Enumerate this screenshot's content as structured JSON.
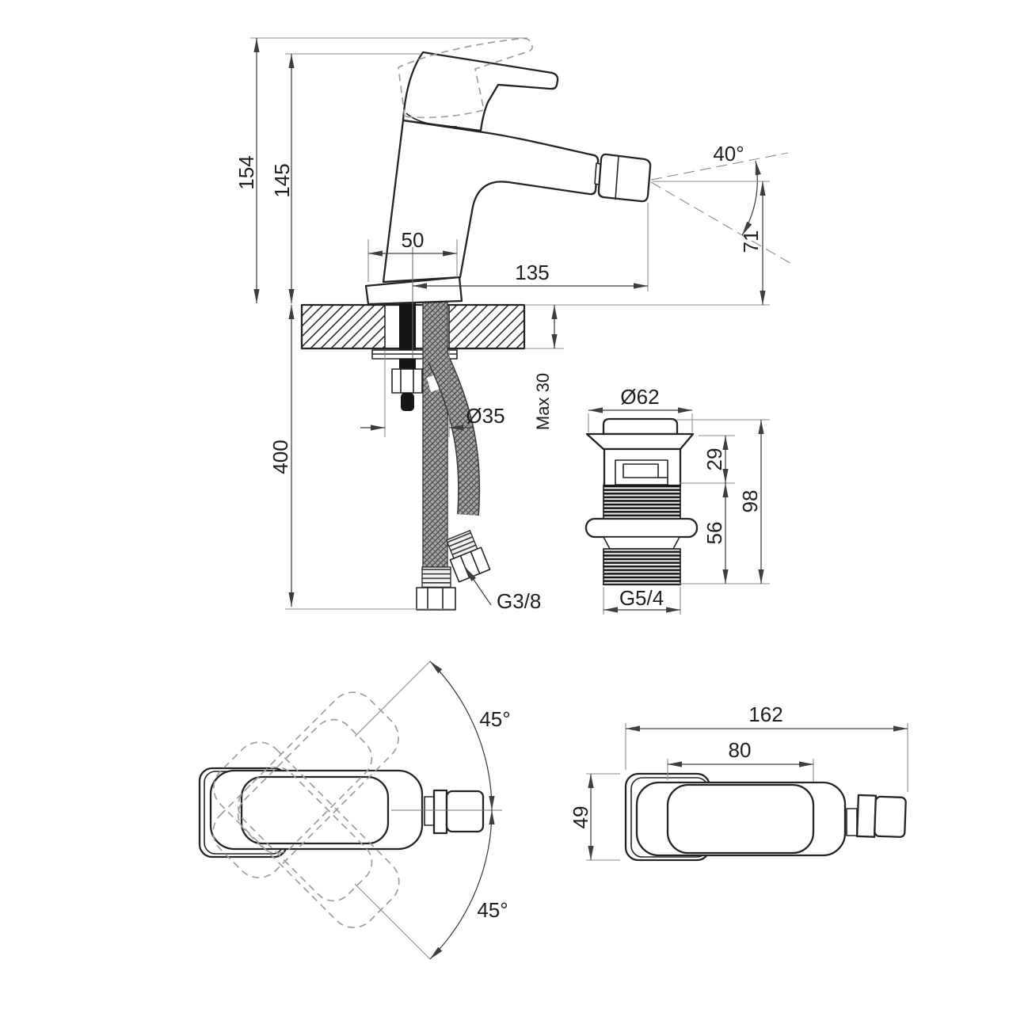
{
  "colors": {
    "line": "#242424",
    "dim": "#3e3e3e",
    "ext": "#8b8b8b",
    "text": "#1e1e1e",
    "dashed": "#9e9e9e",
    "background": "#ffffff"
  },
  "views": {
    "side_view": {
      "dims": {
        "total_height": "154",
        "body_height": "145",
        "base_width": "50",
        "spout_reach": "135",
        "spray_angle": "40°",
        "spout_height": "71",
        "hole_diameter": "Ø35",
        "deck_thickness": "Max 30",
        "hose_length": "400",
        "hose_thread": "G3/8"
      }
    },
    "drain_valve_view": {
      "dims": {
        "cap_diameter": "Ø62",
        "upper_height": "29",
        "total_height": "98",
        "thread_length": "56",
        "thread_size": "G5/4"
      }
    },
    "swivel_view": {
      "dims": {
        "swing_up": "45°",
        "swing_down": "45°"
      }
    },
    "plan_view": {
      "dims": {
        "total_length": "162",
        "handle_length": "80",
        "body_width": "49"
      }
    }
  }
}
